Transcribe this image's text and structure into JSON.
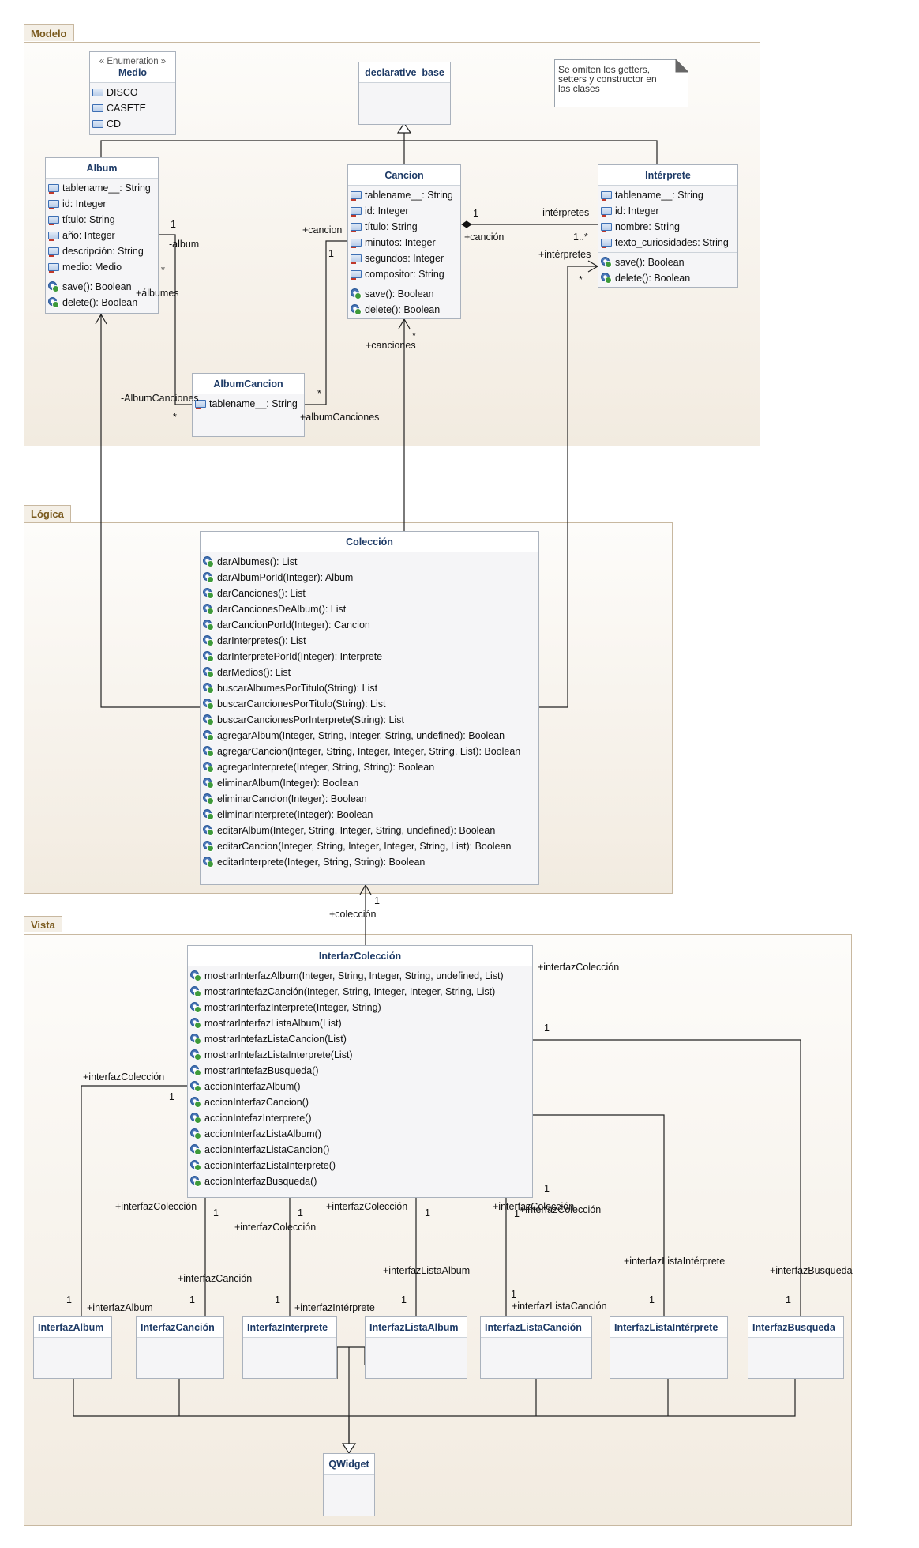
{
  "packages": {
    "modelo": "Modelo",
    "logica": "Lógica",
    "vista": "Vista"
  },
  "classes": {
    "medio": {
      "stereotype": "« Enumeration »",
      "name": "Medio",
      "literals": [
        "DISCO",
        "CASETE",
        "CD"
      ]
    },
    "declarative_base": {
      "name": "declarative_base"
    },
    "album": {
      "name": "Album",
      "attributes": [
        "tablename__: String",
        "id: Integer",
        "título: String",
        "año: Integer",
        "descripción: String",
        "medio: Medio"
      ],
      "operations": [
        "save(): Boolean",
        "delete(): Boolean"
      ]
    },
    "cancion": {
      "name": "Cancion",
      "attributes": [
        "tablename__: String",
        "id: Integer",
        "título: String",
        "minutos: Integer",
        "segundos: Integer",
        "compositor: String"
      ],
      "operations": [
        "save(): Boolean",
        "delete(): Boolean"
      ]
    },
    "interprete": {
      "name": "Intérprete",
      "attributes": [
        "tablename__: String",
        "id: Integer",
        "nombre: String",
        "texto_curiosidades: String"
      ],
      "operations": [
        "save(): Boolean",
        "delete(): Boolean"
      ]
    },
    "albumcancion": {
      "name": "AlbumCancion",
      "attributes": [
        "tablename__: String"
      ]
    },
    "coleccion": {
      "name": "Colección",
      "operations": [
        "darAlbumes(): List",
        "darAlbumPorId(Integer): Album",
        "darCanciones(): List",
        "darCancionesDeAlbum(): List",
        "darCancionPorId(Integer): Cancion",
        "darInterpretes(): List",
        "darInterpretePorId(Integer): Interprete",
        "darMedios(): List",
        "buscarAlbumesPorTitulo(String): List",
        "buscarCancionesPorTitulo(String): List",
        "buscarCancionesPorInterprete(String): List",
        "agregarAlbum(Integer, String, Integer, String, undefined): Boolean",
        "agregarCancion(Integer, String, Integer, Integer, String, List): Boolean",
        "agregarInterprete(Integer, String, String): Boolean",
        "eliminarAlbum(Integer): Boolean",
        "eliminarCancion(Integer): Boolean",
        "eliminarInterprete(Integer): Boolean",
        "editarAlbum(Integer, String, Integer, String, undefined): Boolean",
        "editarCancion(Integer, String, Integer, Integer, String, List): Boolean",
        "editarInterprete(Integer, String, String): Boolean"
      ]
    },
    "interfazcoleccion": {
      "name": "InterfazColección",
      "operations": [
        "mostrarInterfazAlbum(Integer, String, Integer, String, undefined, List)",
        "mostrarIntefazCanción(Integer, String, Integer, Integer, String, List)",
        "mostrarInterfazInterprete(Integer, String)",
        "mostrarInterfazListaAlbum(List)",
        "mostrarIntefazListaCancion(List)",
        "mostrarIntefazListaInterprete(List)",
        "mostrarIntefazBusqueda()",
        "accionInterfazAlbum()",
        "accionInterfazCancion()",
        "accionIntefazInterprete()",
        "accionInterfazListaAlbum()",
        "accionInterfazListaCancion()",
        "accionInterfazListaInterprete()",
        "accionInterfazBusqueda()"
      ]
    },
    "interfazalbum": {
      "name": "InterfazAlbum"
    },
    "interfazcancion": {
      "name": "InterfazCanción"
    },
    "interfazinterprete": {
      "name": "InterfazInterprete"
    },
    "interfazlistaalbum": {
      "name": "InterfazListaAlbum"
    },
    "interfazlistacancion": {
      "name": "InterfazListaCanción"
    },
    "interfazlistainterprete": {
      "name": "InterfazListaIntérprete"
    },
    "interfazbusqueda": {
      "name": "InterfazBusqueda"
    },
    "qwidget": {
      "name": "QWidget"
    }
  },
  "note": {
    "lines": [
      "Se omiten los getters,",
      "setters y constructor en",
      "las clases"
    ]
  },
  "labels": {
    "album_one": "1",
    "album_role": "-album",
    "album_star": "*",
    "albumes_role": "+álbumes",
    "cancion_role": "+cancion",
    "cancion_one": "1",
    "albumcanciones_role": "-AlbumCanciones",
    "albumcanciones_star": "*",
    "ac_star": "*",
    "albumcanciones_plus": "+albumCanciones",
    "canciones_star": "*",
    "canciones_role": "+canciones",
    "comp_one": "1",
    "comp_cancion": "+canción",
    "interpretes_minus": "-intérpretes",
    "interpretes_mult": "1..*",
    "interpretes_plus": "+intérpretes",
    "interpretes_star": "*",
    "coleccion_one": "1",
    "coleccion_role": "+colección",
    "ic_top_right": "+interfazColección",
    "ic_right_one": "1",
    "ic_left_role": "+interfazColección",
    "ic_left_one": "1",
    "ic_b1_role": "+interfazColección",
    "ic_b1_one": "1",
    "ic_b2_role": "+interfazColección",
    "ic_b2_one": "1",
    "ic_b3_role": "+interfazColección",
    "ic_b3_one": "1",
    "ic_b4_role": "+interfazColección",
    "ic_b4_one": "1",
    "ic_b5_role": "+interfazColección",
    "ic_b5_one": "1",
    "ia_one": "1",
    "ia_role": "+interfazAlbum",
    "icn_role": "+interfazCanción",
    "icn_one": "1",
    "ii_one": "1",
    "ii_role": "+interfazIntérprete",
    "ila_role": "+interfazListaAlbum",
    "ila_one": "1",
    "ilc_one": "1",
    "ilc_role": "+interfazListaCanción",
    "ili_role": "+interfazListaIntérprete",
    "ili_one": "1",
    "ib_role": "+interfazBusqueda",
    "ib_one": "1"
  }
}
